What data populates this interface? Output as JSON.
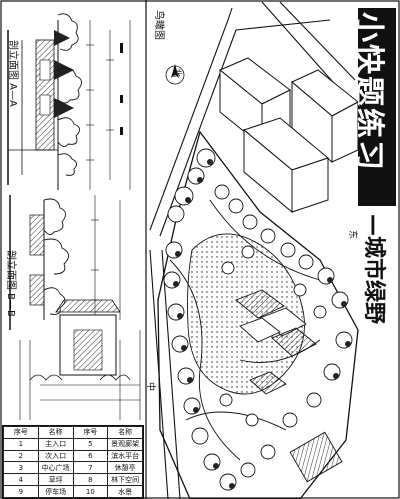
{
  "sheet": {
    "title": "小快题练习",
    "subtitle": "—城市绿野"
  },
  "labels": {
    "section_a": "剖立面图 A—A",
    "section_b": "剖立面图 B—B",
    "plan_tag": "鸟瞰图",
    "north_mark": "北",
    "center_tag": "中",
    "east_tag": "东"
  },
  "legend": {
    "header": [
      "序号",
      "名称",
      "序号",
      "名称"
    ],
    "rows": [
      [
        "1",
        "主入口",
        "5",
        "景观廊架"
      ],
      [
        "2",
        "次入口",
        "6",
        "滨水平台"
      ],
      [
        "3",
        "中心广场",
        "7",
        "休憩亭"
      ],
      [
        "4",
        "草坪",
        "8",
        "林下空间"
      ],
      [
        "9",
        "停车场",
        "10",
        "水景"
      ]
    ]
  },
  "colors": {
    "ink": "#111111",
    "paper": "#ffffff",
    "hatch": "#333333"
  }
}
